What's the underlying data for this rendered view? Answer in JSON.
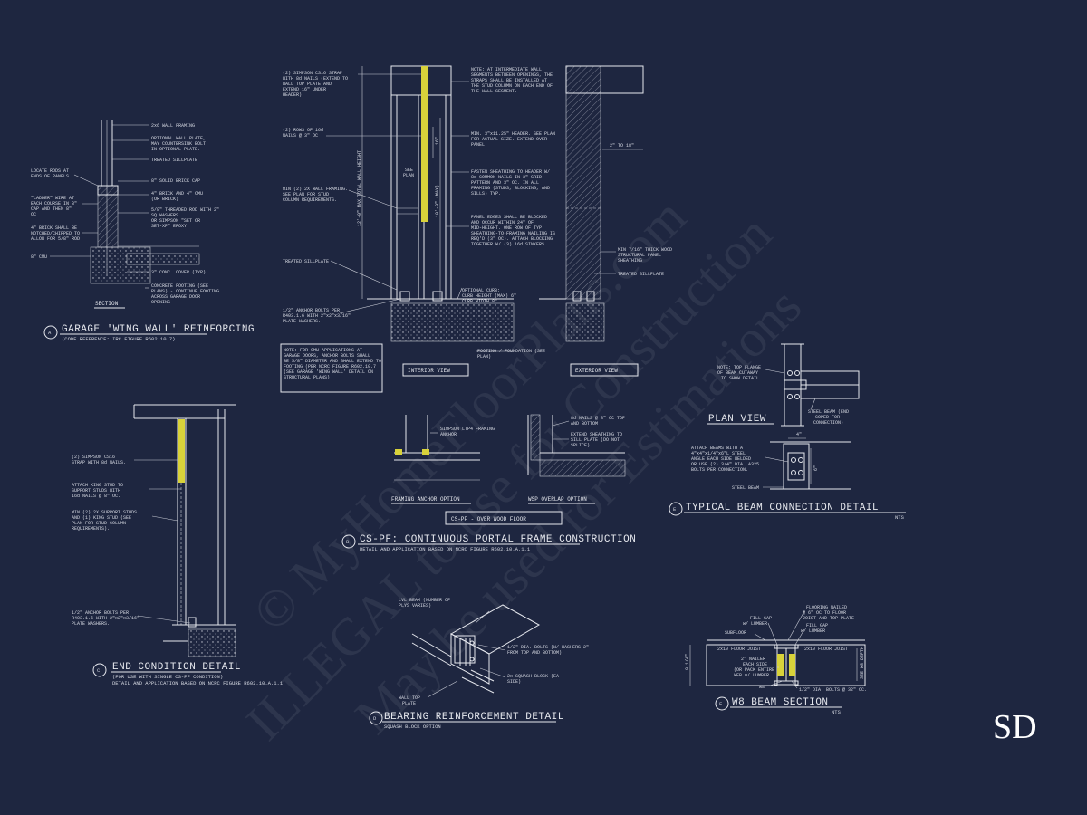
{
  "watermark": {
    "line1": "© MyHomeFloorPlans.com",
    "line2": "ILLEGAL to use for Construction",
    "line3": "May be used for Estimations"
  },
  "sheet_id": "SD",
  "detail_a": {
    "tag": "A",
    "title": "GARAGE 'WING WALL' REINFORCING",
    "subtitle": "(CODE REFERENCE: IRC FIGURE R602.10.7)",
    "section_label": "SECTION",
    "notes_right": [
      "2x6 WALL FRAMING",
      "OPTIONAL WALL PLATE, MAY COUNTERSINK BOLT IN OPTIONAL PLATE.",
      "TREATED SILLPLATE",
      "8\" SOLID BRICK CAP",
      "4\" BRICK AND 4\" CMU (OR BRICK)",
      "5/8\" THREADED ROD WITH 2\" SQ WASHERS OR SIMPSON \"SET OR SET-XP\" EPOXY.",
      "3\" CONC. COVER (TYP)",
      "CONCRETE FOOTING (SEE PLANS) - CONTINUE FOOTING ACROSS GARAGE DOOR OPENING"
    ],
    "notes_left": [
      "LOCATE RODS AT ENDS OF PANELS",
      "\"LADDER\" WIRE AT EACH COURSE IN 8\" CAP AND THEN 8\" OC",
      "4\" BRICK SHALL BE NOTCHED/CHIPPED TO ALLOW FOR 5/8\" ROD",
      "8\" CMU"
    ]
  },
  "detail_b": {
    "tag": "B",
    "title": "CS-PF: CONTINUOUS PORTAL FRAME CONSTRUCTION",
    "subtitle": "DETAIL AND APPLICATION BASED ON NCRC FIGURE R602.10.A.1.1",
    "interior_label": "INTERIOR VIEW",
    "exterior_label": "EXTERIOR VIEW",
    "over_wood_floor": "CS-PF - OVER WOOD FLOOR",
    "framing_anchor_option": "FRAMING ANCHOR OPTION",
    "wsp_overlap_option": "WSP OVERLAP OPTION",
    "see_plan": "SEE PLAN",
    "max_total_height": "12'-0\" MAX TOTAL WALL HEIGHT",
    "max_height": "10'-0\" (MAX)",
    "dim_16": "16\"",
    "dim_2_to_18": "2\" TO 18\"",
    "notes_left": [
      "(2) SIMPSON CS16 STRAP WITH 8d NAILS (EXTEND TO WALL TOP PLATE AND EXTEND 16\" UNDER HEADER)",
      "(2) ROWS OF 16d NAILS @ 3\" OC",
      "MIN (2) 2X WALL FRAMING. SEE PLAN FOR STUD COLUMN REQUIREMENTS.",
      "TREATED SILLPLATE",
      "1/2\" ANCHOR BOLTS PER R403.1.6 WITH 2\"x2\"x3/16\" PLATE WASHERS."
    ],
    "note_box": "NOTE: FOR CMU APPLICATIONS AT GARAGE DOORS, ANCHOR BOLTS SHALL BE 5/8\" DIAMETER AND SHALL EXTEND TO FOOTING (PER NCRC FIGURE R602.10.7 (SEE GARAGE 'WING WALL' DETAIL ON STRUCTURAL PLANS)",
    "notes_mid": [
      "NOTE: AT INTERMEDIATE WALL SEGMENTS BETWEEN OPENINGS, THE STRAPS SHALL BE INSTALLED AT THE STUD COLUMN ON EACH END OF THE WALL SEGMENT.",
      "MIN. 3\"x11.25\" HEADER. SEE PLAN FOR ACTUAL SIZE. EXTEND OVER PANEL.",
      "FASTEN SHEATHING TO HEADER W/ 8d COMMON NAILS IN 3\" GRID PATTERN AND 3\" OC. IN ALL FRAMING (STUDS, BLOCKING, AND SILLS) TYP.",
      "PANEL EDGES SHALL BE BLOCKED AND OCCUR WITHIN 24\" OF MID-HEIGHT. ONE ROW OF TYP. SHEATHING-TO-FRAMING NAILING IS REQ'D (3\" OC). ATTACH BLOCKING TOGETHER W/ (3) 16d SINKERS.",
      "OPTIONAL CURB: CURB HEIGHT (MAX) 6\" CURB WIDTH 8\"",
      "FOOTING / FOUNDATION (SEE PLAN)"
    ],
    "notes_ext": [
      "MIN 7/16\" THICK WOOD STRUCTURAL PANEL SHEATHING",
      "TREATED SILLPLATE"
    ],
    "notes_small": [
      "SIMPSON LTP4 FRAMING ANCHOR",
      "8d NAILS @ 3\" OC TOP AND BOTTOM",
      "EXTEND SHEATHING TO SILL PLATE (DO NOT SPLICE)"
    ]
  },
  "detail_c": {
    "tag": "C",
    "title": "END CONDITION DETAIL",
    "subtitle1": "(FOR USE WITH SINGLE CS-PF CONDITION)",
    "subtitle2": "DETAIL AND APPLICATION BASED ON NCRC FIGURE R602.10.A.1.1",
    "notes": [
      "(2) SIMPSON CS16 STRAP WITH 8d NAILS.",
      "ATTACH KING STUD TO SUPPORT STUDS WITH 16d NAILS @ 8\" OC.",
      "MIN (2) 2X SUPPORT STUDS AND (1) KING STUD (SEE PLAN FOR STUD COLUMN REQUIREMENTS).",
      "1/2\" ANCHOR BOLTS PER R403.1.6 WITH 2\"x2\"x3/16\" PLATE WASHERS."
    ]
  },
  "detail_d": {
    "tag": "D",
    "title": "BEARING REINFORCEMENT DETAIL",
    "subtitle": "SQUASH BLOCK OPTION",
    "notes": [
      "LVL BEAM (NUMBER OF PLYS VARIES)",
      "1/2\" DIA. BOLTS (W/ WASHERS 2\" FROM TOP AND BOTTOM)",
      "2x SQUASH BLOCK (EA SIDE)",
      "WALL TOP PLATE"
    ]
  },
  "detail_e": {
    "tag": "E",
    "title": "TYPICAL BEAM CONNECTION DETAIL",
    "nts": "NTS",
    "plan_view": "PLAN VIEW",
    "notes": [
      "NOTE: TOP FLANGE OF BEAM CUTAWAY TO SHOW DETAIL",
      "STEEL BEAM (END COPED FOR CONNECTION)",
      "ATTACH BEAMS WITH A 4\"x4\"x1/4\"x6\"L STEEL ANGLE EACH SIDE WELDED OR USE (2) 3/4\" DIA. A325 BOLTS PER CONNECTION.",
      "STEEL BEAM"
    ],
    "dim_a": "4\"",
    "dim_b": "6\""
  },
  "detail_f": {
    "tag": "F",
    "title": "W8 BEAM SECTION",
    "nts": "NTS",
    "notes": [
      "FILL GAP w/ LUMBER",
      "SUBFLOOR",
      "FLOORING NAILED @ 6\" OC TO FLOOR JOIST AND TOP PLATE",
      "FILL GAP w/ LUMBER",
      "2x10 FLOOR JOIST",
      "2x10 FLOOR JOIST",
      "2\" NAILER EACH SIDE (OR PACK ENTIRE WEB w/ LUMBER)",
      "W8",
      "1/2\" DIA. BOLTS @ 32\" OC."
    ],
    "dim_left": "9 1/4\"",
    "dim_right": "SEE W8 DEPTH"
  }
}
